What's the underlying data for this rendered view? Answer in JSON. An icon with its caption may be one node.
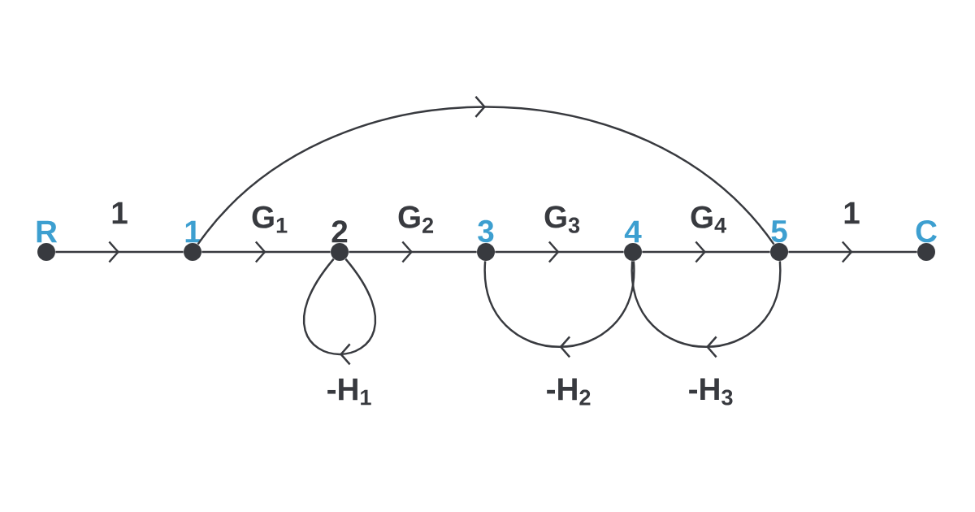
{
  "diagram": {
    "nodes": [
      {
        "text": [
          "R"
        ]
      },
      {
        "text": [
          "1"
        ]
      },
      {
        "text": [
          "2"
        ]
      },
      {
        "text": [
          "3"
        ]
      },
      {
        "text": [
          "4"
        ]
      },
      {
        "text": [
          "5"
        ]
      },
      {
        "text": [
          "C"
        ]
      }
    ],
    "edges": [
      {
        "from": 0,
        "to": 1,
        "arrow": "to",
        "label": "1"
      },
      {
        "from": 1,
        "to": 2,
        "arrow": "to",
        "label": "G$_{1}$"
      },
      {
        "from": 2,
        "to": 3,
        "arrow": "to",
        "label": "G$_{2}$"
      },
      {
        "from": 3,
        "to": 4,
        "arrow": "to",
        "label": "G$_{3}$"
      },
      {
        "from": 4,
        "to": 5,
        "arrow": "to",
        "label": "G$_{4}$"
      },
      {
        "from": 5,
        "to": 6,
        "arrow": "to",
        "label": "1"
      },
      {
        "from": 1,
        "to": 5,
        "arrow": "to"
      },
      {
        "from": 2,
        "to": 2,
        "arrow": "to",
        "label": "-H$_{1}$"
      },
      {
        "from": 4,
        "to": 3,
        "arrow": "to",
        "label": "-H$_{2}$"
      },
      {
        "from": 5,
        "to": 4,
        "arrow": "to",
        "label": "-H$_{3}$"
      }
    ]
  }
}
